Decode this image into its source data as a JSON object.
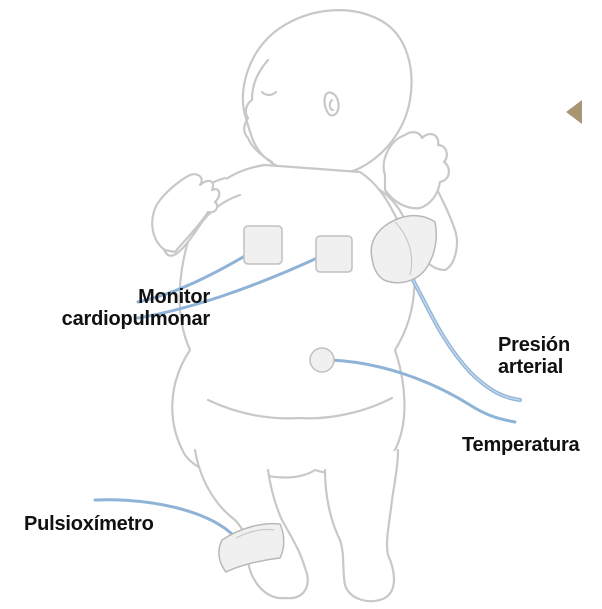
{
  "colors": {
    "outline": "#c8c8c8",
    "fill": "#ffffff",
    "cable": "#8fb3d6",
    "cable_light": "#c3d7ea",
    "pad": "#f0f0f0",
    "pad_edge": "#c0c0c0",
    "label_text": "#111111",
    "pointer": "#a89574"
  },
  "labels": {
    "monitor": [
      "Monitor",
      "cardiopulmonar"
    ],
    "presion": [
      "Presión",
      "arterial"
    ],
    "temperatura": "Temperatura",
    "pulsioximetro": "Pulsioxímetro"
  },
  "icons": {
    "pointer": "triangle-left-icon"
  }
}
